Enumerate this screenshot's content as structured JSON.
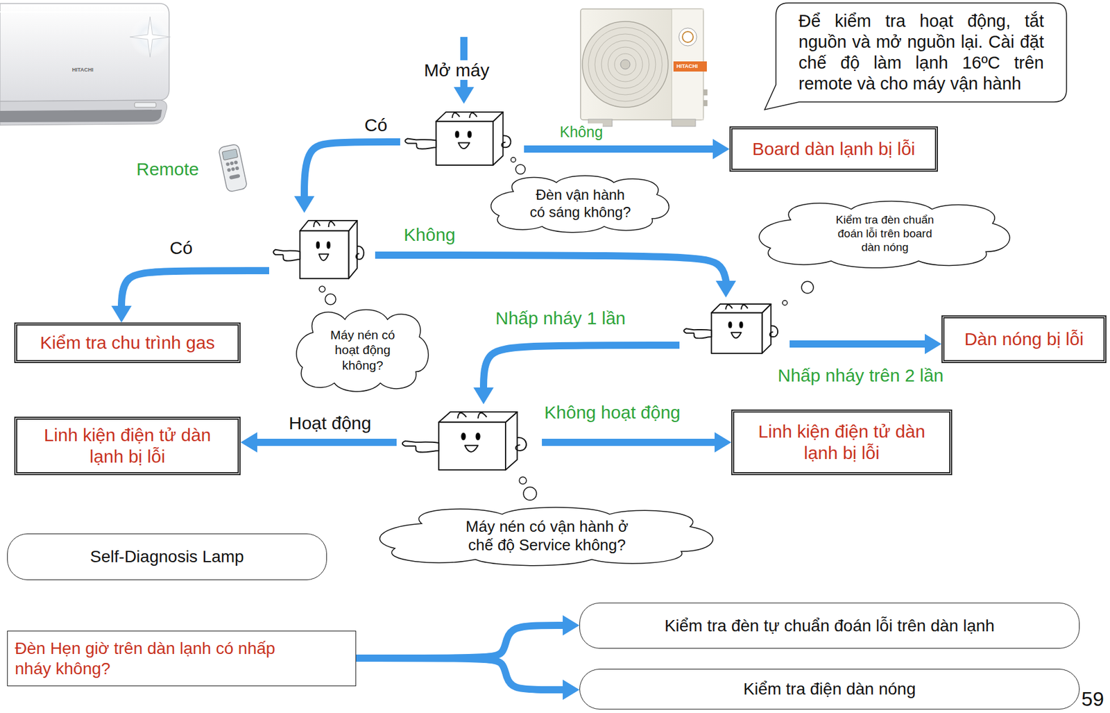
{
  "diagram": {
    "nodes": [
      {
        "text": [
          "Đèn vận hành có sáng không?"
        ]
      },
      {
        "text": [
          "Để kiểm tra hoạt động, tắt nguồn và mở nguồn lại. Cài đặt chế độ làm lạnh 16ºC trên remote và cho máy vận hành"
        ]
      },
      {
        "text": [
          "Board dàn lạnh bị lỗi"
        ]
      },
      {
        "text": [
          "Máy nén có hoạt động không?"
        ]
      },
      {
        "text": [
          "Kiểm tra đèn chuẩn đoán lỗi trên board dàn nóng"
        ]
      },
      {
        "text": [
          "Kiểm tra chu trình gas"
        ]
      },
      {
        "text": [
          "Dàn nóng bị lỗi"
        ]
      },
      {
        "text": [
          "Máy nén có vận hành ở chế độ Service không?"
        ]
      },
      {
        "text": [
          "Linh kiện điện tử dàn lạnh bị lỗi"
        ]
      },
      {
        "text": [
          "Linh kiện điện tử dàn lạnh bị lỗi"
        ]
      },
      {
        "text": [
          "Self-Diagnosis Lamp"
        ]
      },
      {
        "text": [
          "Đèn Hẹn giờ trên dàn lạnh có nhấp nháy không?"
        ]
      },
      {
        "text": [
          "Kiểm tra đèn tự chuẩn đoán lỗi trên dàn lạnh"
        ]
      },
      {
        "text": [
          "Kiểm tra điện dàn nóng"
        ]
      }
    ],
    "edges": [
      {
        "from": 0,
        "to": 2,
        "label": "Không",
        "arrow": "to"
      },
      {
        "from": 0,
        "to": 3,
        "label": "Có",
        "arrow": "to"
      },
      {
        "from": 3,
        "to": 5,
        "label": "Có",
        "arrow": "to"
      },
      {
        "from": 3,
        "to": 4,
        "label": "Không",
        "arrow": "to"
      },
      {
        "from": 4,
        "to": 6,
        "label": "Nhấp nháy trên 2 lần",
        "arrow": "to"
      },
      {
        "from": 4,
        "to": 7,
        "label": "Nhấp nháy 1 lần",
        "arrow": "to"
      },
      {
        "from": 7,
        "to": 8,
        "label": "Hoạt động",
        "arrow": "to"
      },
      {
        "from": 7,
        "to": 9,
        "label": "Không hoạt động",
        "arrow": "to"
      },
      {
        "from": 11,
        "to": 12,
        "arrow": "to"
      },
      {
        "from": 11,
        "to": 13,
        "arrow": "to"
      }
    ],
    "labels": [
      "Mở máy",
      "Remote",
      "HITACHI",
      "HITACHI",
      "59"
    ]
  }
}
